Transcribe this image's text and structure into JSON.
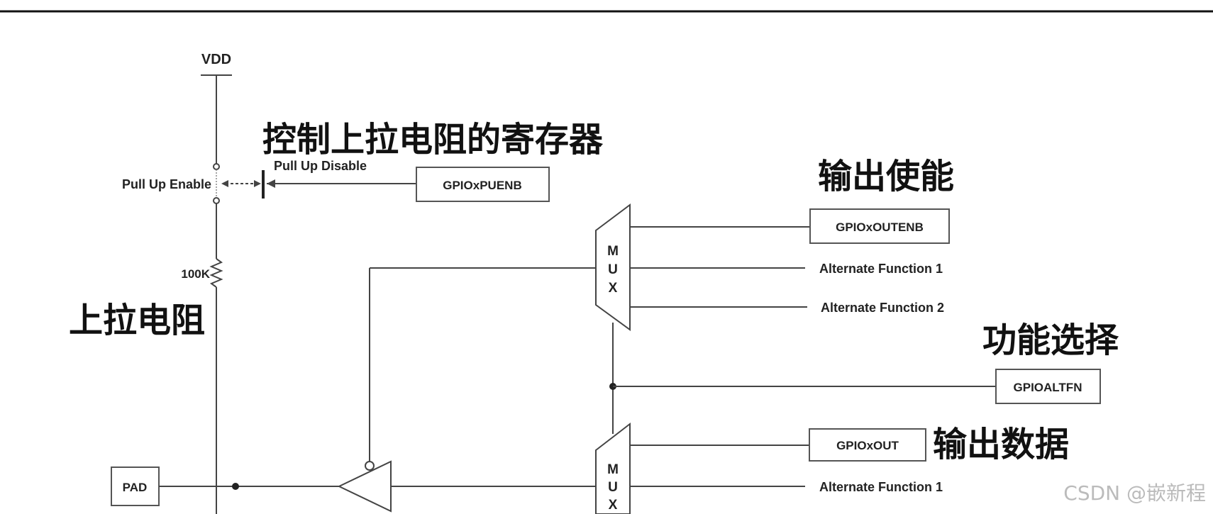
{
  "signals": {
    "vdd": "VDD",
    "pull_up_enable": "Pull Up Enable",
    "pull_up_disable": "Pull Up Disable",
    "resistor_value": "100K",
    "alt_func_1": "Alternate Function 1",
    "alt_func_2": "Alternate Function 2",
    "alt_func_1_lower": "Alternate Function 1"
  },
  "registers": {
    "puenb": "GPIOxPUENB",
    "outenb": "GPIOxOUTENB",
    "altfn": "GPIOALTFN",
    "out": "GPIOxOUT",
    "pad": "PAD"
  },
  "mux": {
    "letters": [
      "M",
      "U",
      "X"
    ]
  },
  "annotations": {
    "pullup_register": "控制上拉电阻的寄存器",
    "pullup_resistor": "上拉电阻",
    "output_enable": "输出使能",
    "function_select": "功能选择",
    "output_data": "输出数据"
  },
  "watermark": "CSDN @嵌新程",
  "colors": {
    "line": "#444444",
    "text": "#222222",
    "annotation": "#111111",
    "watermark": "#bbbbbb"
  }
}
